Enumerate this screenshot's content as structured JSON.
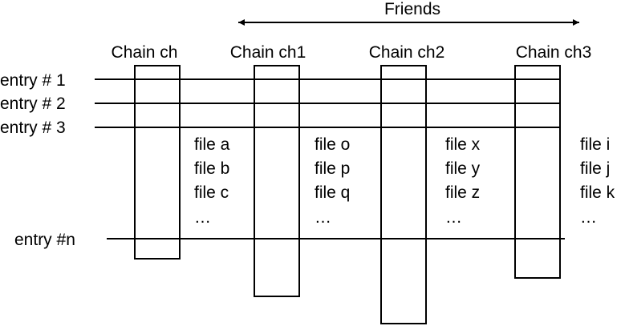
{
  "title": "Friends",
  "chains": [
    {
      "label": "Chain ch"
    },
    {
      "label": "Chain ch1"
    },
    {
      "label": "Chain ch2"
    },
    {
      "label": "Chain ch3"
    }
  ],
  "entries": [
    {
      "label": "entry # 1"
    },
    {
      "label": "entry # 2"
    },
    {
      "label": "entry # 3"
    },
    {
      "label": "entry #n"
    }
  ],
  "file_groups": [
    {
      "files": [
        "file a",
        "file b",
        "file c",
        "…"
      ]
    },
    {
      "files": [
        "file o",
        "file p",
        "file q",
        "…"
      ]
    },
    {
      "files": [
        "file x",
        "file y",
        "file z",
        "…"
      ]
    },
    {
      "files": [
        "file i",
        "file j",
        "file k",
        "…"
      ]
    }
  ]
}
